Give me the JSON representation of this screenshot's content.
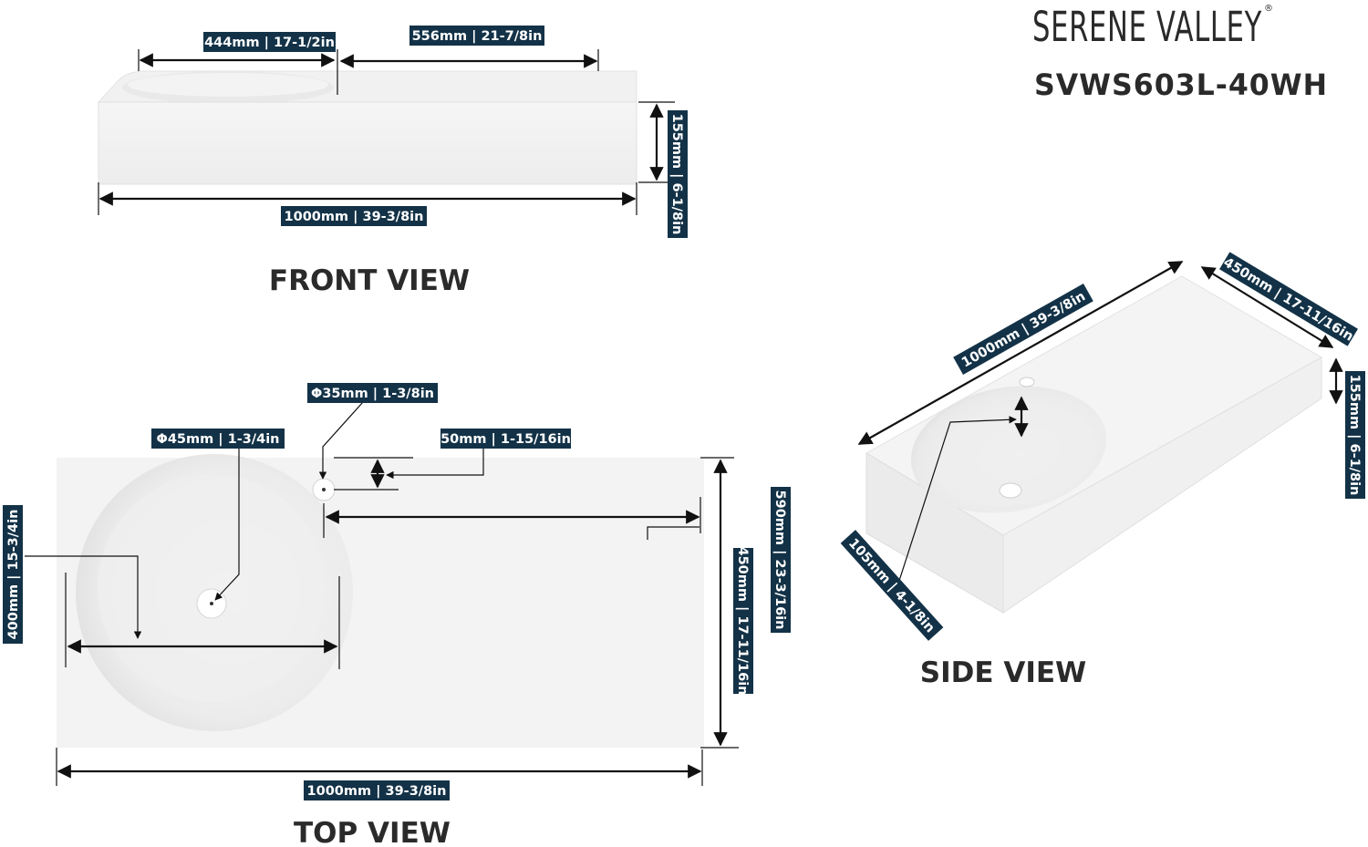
{
  "brand": {
    "name": "SERENE VALLEY",
    "model": "SVWS603L-40WH"
  },
  "views": {
    "front": "FRONT VIEW",
    "top": "TOP VIEW",
    "side": "SIDE VIEW"
  },
  "front_dims": {
    "basin_width": "444mm | 17-1/2in",
    "deck_width": "556mm | 21-7/8in",
    "total_width": "1000mm | 39-3/8in",
    "height": "155mm | 6-1/8in"
  },
  "top_dims": {
    "drain_dia": "Φ45mm | 1-3/4in",
    "faucet_dia": "Φ35mm | 1-3/8in",
    "faucet_offset": "50mm | 1-15/16in",
    "basin_depth": "400mm | 15-3/4in",
    "total_depth": "590mm | 23-3/16in",
    "basin_diameter": "450mm | 17-11/16in",
    "total_width": "1000mm | 39-3/8in"
  },
  "side_dims": {
    "length": "1000mm | 39-3/8in",
    "width": "450mm | 17-11/16in",
    "height": "155mm | 6-1/8in",
    "bowl_depth": "105mm | 4-1/8in"
  },
  "colors": {
    "label_bg": "#133247",
    "label_text": "#ffffff",
    "ink": "#111111",
    "heading": "#2a2a2a"
  }
}
